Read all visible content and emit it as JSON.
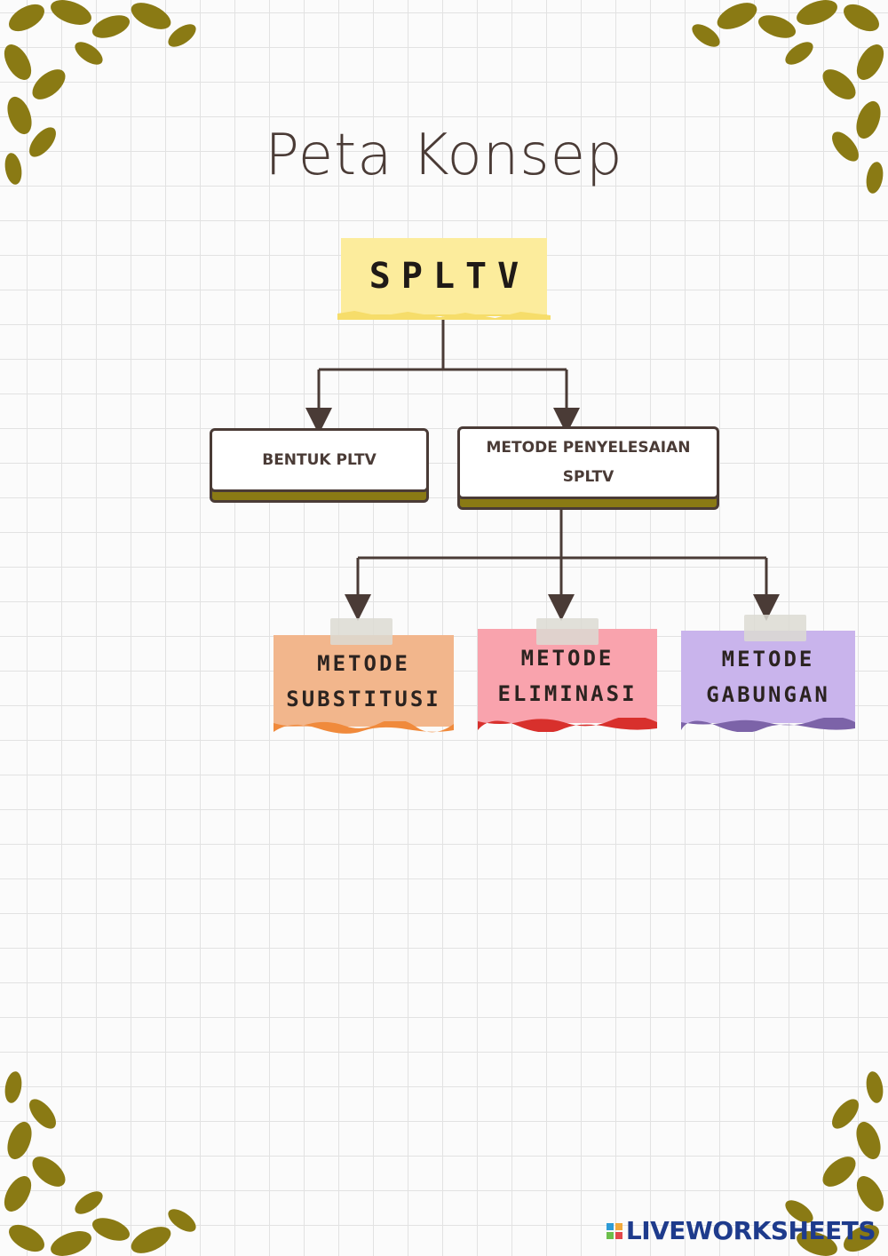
{
  "title": "Peta Konsep",
  "root": "SPLTV",
  "level1": [
    {
      "label": "BENTUK PLTV"
    },
    {
      "label_line1": "METODE PENYELESAIAN",
      "label_line2": "SPLTV"
    }
  ],
  "methods": [
    {
      "line1": "METODE",
      "line2": "SUBSTITUSI",
      "color": "#f2b68c",
      "edge": "#f08a3c"
    },
    {
      "line1": "METODE",
      "line2": "ELIMINASI",
      "color": "#f9a3ad",
      "edge": "#d8302c"
    },
    {
      "line1": "METODE",
      "line2": "GABUNGAN",
      "color": "#c9b4ec",
      "edge": "#7c63a8"
    }
  ],
  "colors": {
    "leaf": "#8a7a14",
    "line": "#4a3b36",
    "root_fill": "#fcec9c"
  },
  "brand": "LIVEWORKSHEETS"
}
